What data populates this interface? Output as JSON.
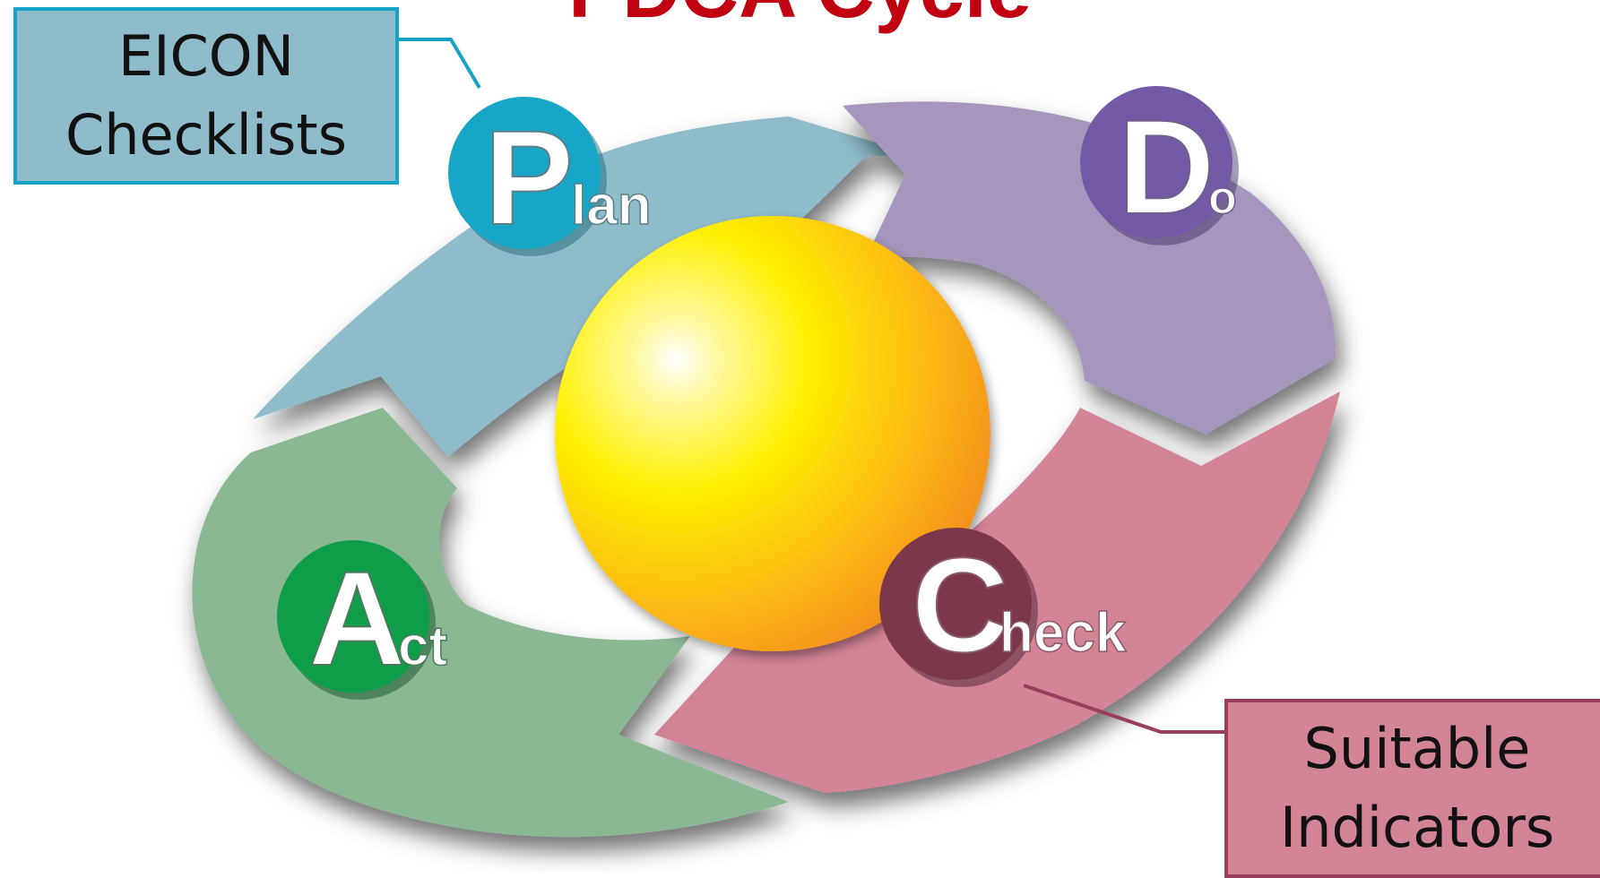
{
  "title": "PDCA Cycle",
  "stages": {
    "plan": {
      "letter": "P",
      "rest": "lan",
      "color": "#8fbccb",
      "badge_color": "#17a6c8"
    },
    "do": {
      "letter": "D",
      "rest": "o",
      "color": "#a696bd",
      "badge_color": "#7459a6"
    },
    "check": {
      "letter": "C",
      "rest": "heck",
      "color": "#d48497",
      "badge_color": "#7c3748"
    },
    "act": {
      "letter": "A",
      "rest": "ct",
      "color": "#8ab893",
      "badge_color": "#0e9e4a"
    }
  },
  "callouts": {
    "plan": {
      "line1": "EICON",
      "line2": "Checklists"
    },
    "check": {
      "line1": "Suitable",
      "line2": "Indicators"
    }
  }
}
